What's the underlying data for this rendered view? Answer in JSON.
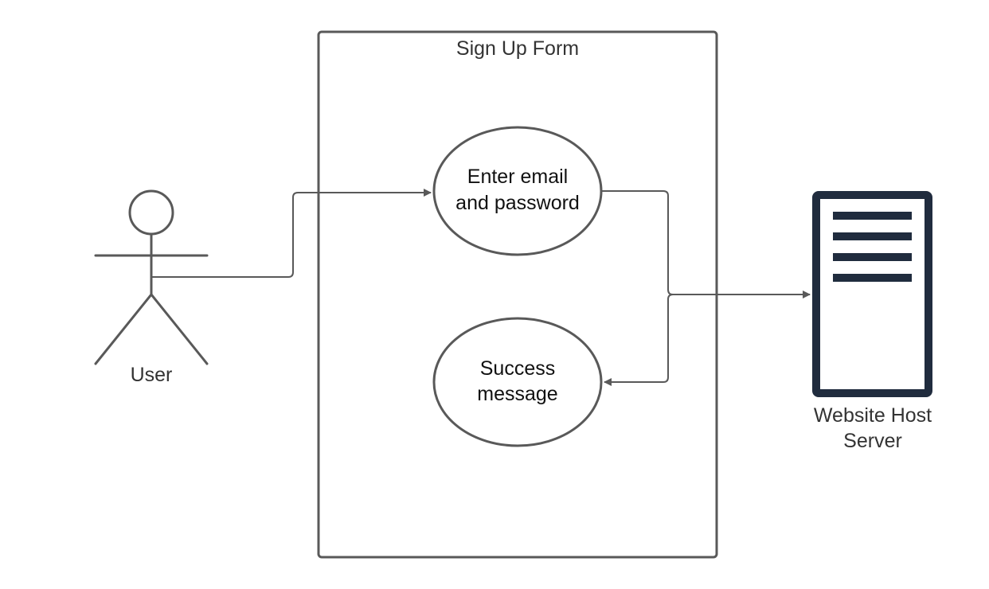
{
  "system": {
    "title": "Sign Up Form"
  },
  "actors": {
    "user": {
      "label": "User"
    },
    "server": {
      "label_line1": "Website Host",
      "label_line2": "Server"
    }
  },
  "use_cases": [
    {
      "line1": "Enter email",
      "line2": "and password"
    },
    {
      "line1": "Success",
      "line2": "message"
    }
  ],
  "colors": {
    "stroke": "#595959",
    "server": "#202c3e",
    "text": "#333333",
    "usecase_text": "#111111",
    "background": "#ffffff"
  },
  "icons": {
    "user": "stick-figure-icon",
    "server": "server-icon"
  }
}
